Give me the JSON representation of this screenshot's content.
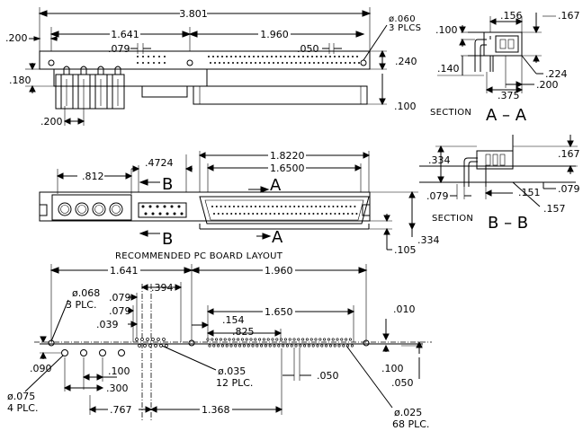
{
  "side_view": {
    "dims": [
      "3.801",
      "1.641",
      "1.960",
      ".200",
      ".079",
      ".050",
      ".180",
      ".240",
      ".100",
      ".200"
    ],
    "hole_callout": [
      "ø.060",
      "3 PLCS"
    ]
  },
  "section_a": {
    "dims": [
      ".156",
      ".167",
      ".100",
      ".140",
      ".224",
      ".375",
      ".200"
    ],
    "label_word": "SECTION",
    "label_id": "A – A"
  },
  "front_view": {
    "dims": [
      ".812",
      ".4724",
      "1.8220",
      "1.6500",
      ".105",
      ".334"
    ],
    "section_marks": [
      "B",
      "A",
      "B",
      "A"
    ],
    "caption": "RECOMMENDED PC BOARD LAYOUT"
  },
  "section_b": {
    "dims": [
      ".334",
      ".167",
      ".079",
      ".151",
      ".079",
      ".157"
    ],
    "label_word": "SECTION",
    "label_id": "B – B"
  },
  "pcb_layout": {
    "dims": [
      "1.641",
      "1.960",
      ".394",
      ".079",
      ".079",
      ".039",
      ".154",
      "1.650",
      ".825",
      ".010",
      ".090",
      ".100",
      ".300",
      ".050",
      ".100",
      ".050",
      ".767",
      "1.368"
    ],
    "callouts": {
      "hole_068": [
        "ø.068",
        "3 PLC."
      ],
      "hole_075": [
        "ø.075",
        "4 PLC."
      ],
      "hole_035": [
        "ø.035",
        "12 PLC."
      ],
      "hole_025": [
        "ø.025",
        "68 PLC."
      ]
    }
  }
}
